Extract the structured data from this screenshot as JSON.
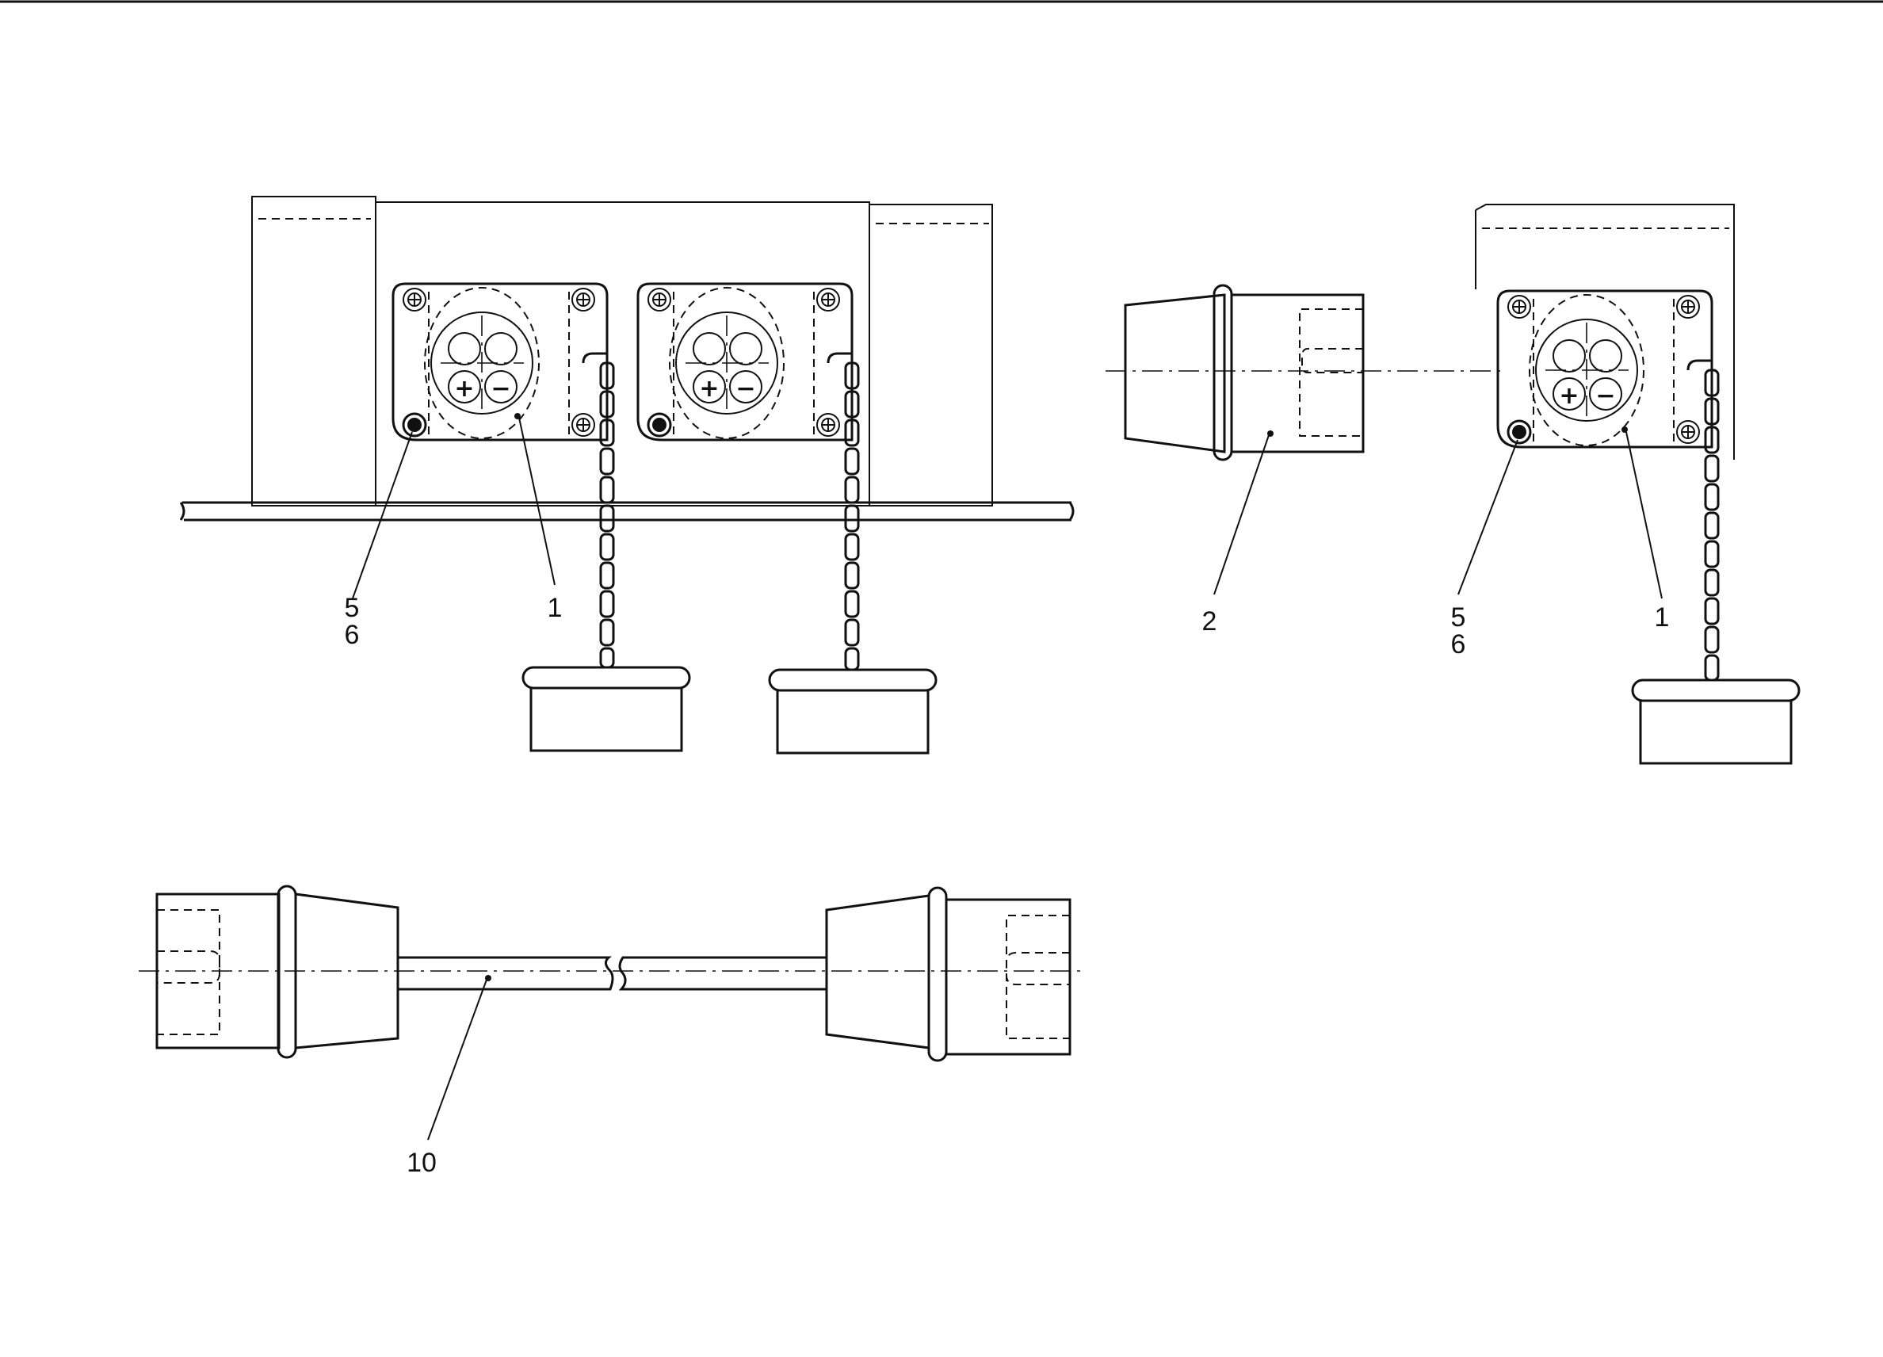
{
  "callouts": {
    "left_socket_screw": [
      "5",
      "6"
    ],
    "left_socket": "1",
    "plug": "2",
    "right_socket_screw": [
      "5",
      "6"
    ],
    "right_socket": "1",
    "cable": "10"
  },
  "pole_symbols": {
    "plus": "+",
    "minus": "−"
  }
}
